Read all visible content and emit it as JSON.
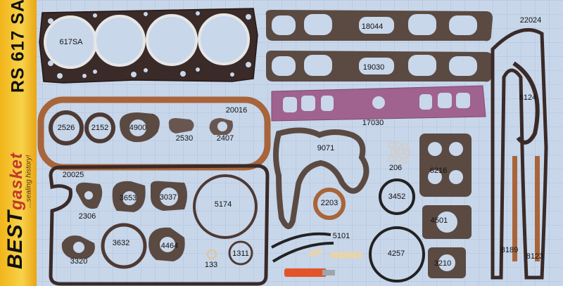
{
  "brand": {
    "kit_code": "RS 617 SA",
    "name_prefix": "BEST",
    "name_suffix": "gasket",
    "slogan": "...sealing history!"
  },
  "colors": {
    "grid_background": "#c9d7ea",
    "grid_line": "#9fb6d8",
    "brand_strip": "#f2b51a",
    "fiber_gasket": "#6b5142",
    "cork_gasket": "#a8643a",
    "rubber_intake": "#a0628f",
    "steel_fire_ring": "#d9d9d9"
  },
  "parts": [
    {
      "id": "617SA",
      "label": "617SA"
    },
    {
      "id": "18044",
      "label": "18044"
    },
    {
      "id": "19030",
      "label": "19030"
    },
    {
      "id": "22024",
      "label": "22024"
    },
    {
      "id": "8124",
      "label": "8124"
    },
    {
      "id": "20016",
      "label": "20016"
    },
    {
      "id": "2526",
      "label": "2526"
    },
    {
      "id": "2152",
      "label": "2152"
    },
    {
      "id": "4900",
      "label": "4900"
    },
    {
      "id": "2530",
      "label": "2530"
    },
    {
      "id": "2407",
      "label": "2407"
    },
    {
      "id": "17030",
      "label": "17030"
    },
    {
      "id": "9071",
      "label": "9071"
    },
    {
      "id": "206",
      "label": "206"
    },
    {
      "id": "6216",
      "label": "6216"
    },
    {
      "id": "20025",
      "label": "20025"
    },
    {
      "id": "2306",
      "label": "2306"
    },
    {
      "id": "3653",
      "label": "3653"
    },
    {
      "id": "3037",
      "label": "3037"
    },
    {
      "id": "5174",
      "label": "5174"
    },
    {
      "id": "2203",
      "label": "2203"
    },
    {
      "id": "3452",
      "label": "3452"
    },
    {
      "id": "4501",
      "label": "4501"
    },
    {
      "id": "3632",
      "label": "3632"
    },
    {
      "id": "4464",
      "label": "4464"
    },
    {
      "id": "3320",
      "label": "3320"
    },
    {
      "id": "133",
      "label": "133"
    },
    {
      "id": "1311",
      "label": "1311"
    },
    {
      "id": "5101",
      "label": "5101"
    },
    {
      "id": "4257",
      "label": "4257"
    },
    {
      "id": "3210",
      "label": "3210"
    },
    {
      "id": "8189",
      "label": "8189"
    },
    {
      "id": "8123",
      "label": "8123"
    }
  ]
}
